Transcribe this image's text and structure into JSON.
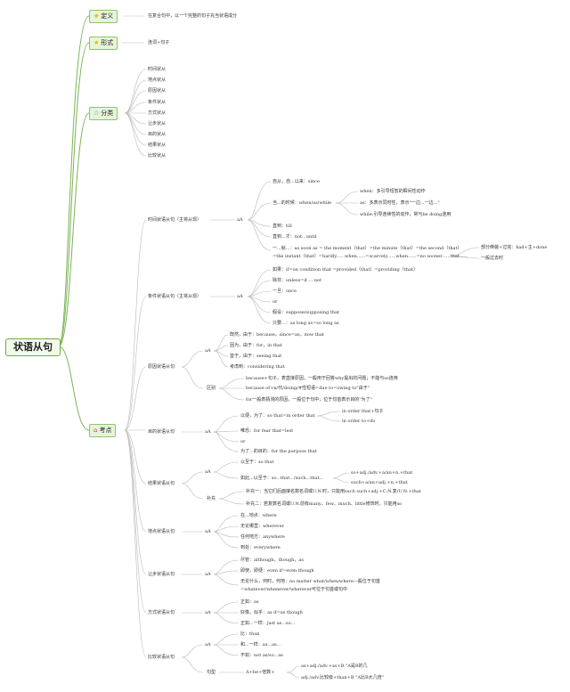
{
  "root": "状语从句",
  "icons": {
    "definition": "star-icon",
    "form": "star-icon",
    "category": "star-outline-icon",
    "exam": "house-icon"
  },
  "branches": {
    "definition": {
      "label": "定义",
      "note": "在复合句中，以一个完整的句子充当状语成分"
    },
    "form": {
      "label": "形式",
      "note": "连词+句子"
    },
    "category": {
      "label": "分类",
      "items": [
        "时间状从",
        "地点状从",
        "原因状从",
        "条件状从",
        "方式状从",
        "让步状从",
        "目的状从",
        "结果状从",
        "比较状从"
      ]
    },
    "exam": {
      "label": "考点",
      "time": {
        "label": "时间状语从句（主将从现）",
        "aA": "aA",
        "since": "自从，自...以来：since",
        "when_group": "当...的时候：when/as/while",
        "when": "when：多引导短暂的瞬间性动作",
        "as": "as：多表示同时性，表示\"一边...一边...\"",
        "while": "while:引导连续性的动作，常与be doing连用",
        "till": "直到：till",
        "until": "直到...才：not...until",
        "soon1": "一...就...：as soon as = the moment（that）=the minute（that）=the second（that）",
        "soon2": "=the instant（that）=hardly......when......=scarcely......when......=no sooner......that......",
        "partial": "部分倒装+过完：had+主+done",
        "general": "一般过去时"
      },
      "condition": {
        "label": "条件状语从句（主将从现）",
        "aA": "aA",
        "items": [
          "如果：if=on condition that =provided（that）=providing（that）",
          "除非：unless=if ... not",
          "一旦：once",
          "or",
          "假设：suppose/supposing that",
          "只要...：as long as=so long as"
        ]
      },
      "reason": {
        "label": "原因状语从句",
        "aA": "aA",
        "items": [
          "既然，由于：because，since=as，now that",
          "因为，由于：for，in that",
          "鉴于，由于：seeing that",
          "考虑到：considering that"
        ],
        "diff": "区别",
        "diffs": [
          "because+句子，表直接原因，一般用于回答why提出的问题；不能与so连用",
          "because of+n/代/doing/#性短语=due to=owing to\"由于\"",
          "for一般表猜测的原因，一般位于句中，位于句首表示目的\"为了\""
        ]
      },
      "purpose": {
        "label": "目的状语从句",
        "aA": "aA",
        "items": [
          "以便，为了：so that=in order that",
          "唯恐：for fear that=lest",
          "or",
          "为了...的目的：for the purpose that"
        ],
        "sub": [
          "in order that+句子",
          "in order to+do"
        ]
      },
      "result": {
        "label": "结果状语从句",
        "aA": "aA",
        "items": [
          "以至于：so that",
          "如此...以至于：so...that.../such...that..."
        ],
        "sub": [
          "so+adj./adv.+a/an+n.+that",
          "such+a/an+adj.+n.+that"
        ],
        "supp": "补充",
        "supps": [
          "补充一：当它们后面接名数名词或U.N.时，只能用such such+adj.+C.N.复/U.N.+that",
          "补充二：若复数名词或U.N.前有many、few、much、little修饰时，只能用so"
        ]
      },
      "place": {
        "label": "地点状语从句",
        "aA": "aA",
        "items": [
          "在...地点：where",
          "无论哪里：wherever",
          "任何地方：anywhere",
          "到处：everywhere"
        ]
      },
      "concession": {
        "label": "让步状语从句",
        "aA": "aA",
        "items": [
          "尽管：although，though，as",
          "即使，即便：even if=even though",
          "无论什么，何时，何地：no matter what/when/where—般位于句首"
        ],
        "extra": "=whatever/whenever/wherever可位于句首或句中"
      },
      "manner": {
        "label": "方式状语从句",
        "aA": "aA",
        "items": [
          "正如：as",
          "好像，似乎：as if=as though",
          "正如...一样：just as...so..."
        ]
      },
      "comparison": {
        "label": "比较状语从句",
        "aA": "aA",
        "items": [
          "比：than",
          "和...一样：as...as...",
          "不如：not as/so...as"
        ],
        "pattern": "句型",
        "formula": "A+be+倍数+",
        "sub": [
          "as+adj./adv.+as+B \"A是B的几",
          "adj./adv.比较级+than+B \"A比B大几倍\""
        ]
      }
    }
  }
}
